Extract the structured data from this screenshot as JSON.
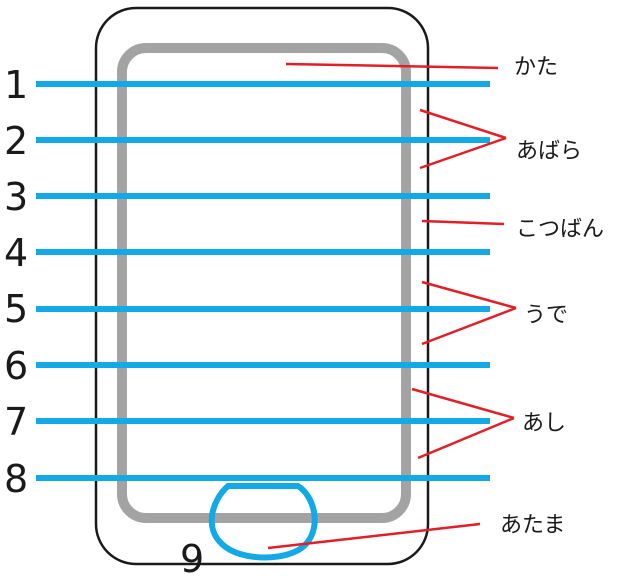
{
  "colors": {
    "outline": "#1a1a1a",
    "inner_frame": "#a3a3a3",
    "blue_line": "#12a9e6",
    "red_line": "#e21e26"
  },
  "numbers": [
    "1",
    "2",
    "3",
    "4",
    "5",
    "6",
    "7",
    "8",
    "9"
  ],
  "labels": [
    "かた",
    "あばら",
    "こつばん",
    "うで",
    "あし",
    "あたま"
  ]
}
